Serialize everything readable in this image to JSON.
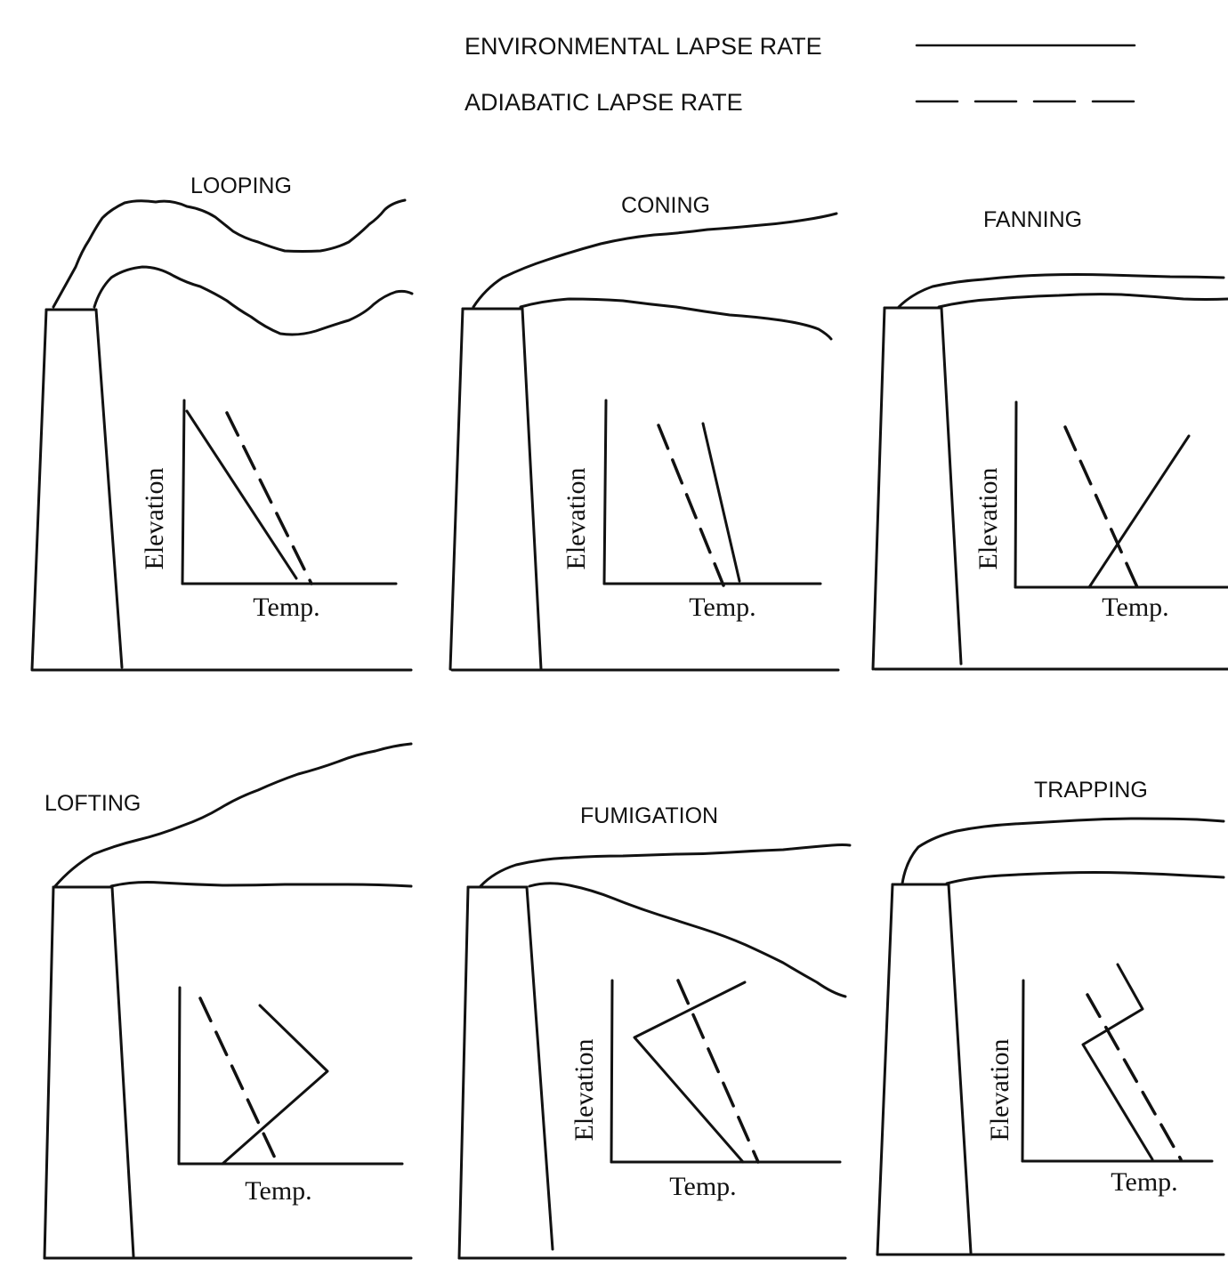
{
  "legend": {
    "environmental_label": "ENVIRONMENTAL LAPSE RATE",
    "adiabatic_label": "ADIABATIC LAPSE RATE"
  },
  "axis_labels": {
    "y": "Elevation",
    "x": "Temp."
  },
  "panels": [
    {
      "id": "looping",
      "title": "LOOPING",
      "has_elevation_label": true
    },
    {
      "id": "coning",
      "title": "CONING",
      "has_elevation_label": true
    },
    {
      "id": "fanning",
      "title": "FANNING",
      "has_elevation_label": true
    },
    {
      "id": "lofting",
      "title": "LOFTING",
      "has_elevation_label": false
    },
    {
      "id": "fumigation",
      "title": "FUMIGATION",
      "has_elevation_label": true
    },
    {
      "id": "trapping",
      "title": "TRAPPING",
      "has_elevation_label": true
    }
  ]
}
